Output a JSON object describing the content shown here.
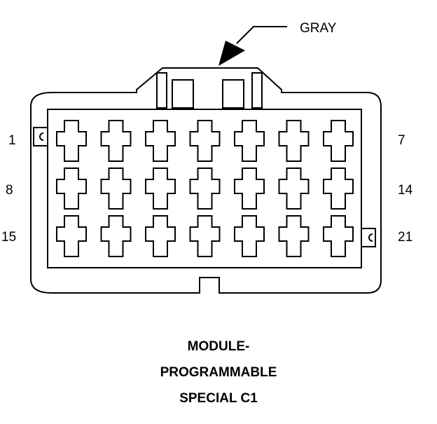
{
  "connector": {
    "color_callout": "GRAY",
    "rows": 3,
    "cols": 7,
    "pin_labels": {
      "row1_left": "1",
      "row1_right": "7",
      "row2_left": "8",
      "row2_right": "14",
      "row3_left": "15",
      "row3_right": "21"
    }
  },
  "caption": {
    "line1": "MODULE-",
    "line2": "PROGRAMMABLE",
    "line3": "SPECIAL C1"
  },
  "colors": {
    "stroke": "#000000",
    "background": "#ffffff"
  }
}
